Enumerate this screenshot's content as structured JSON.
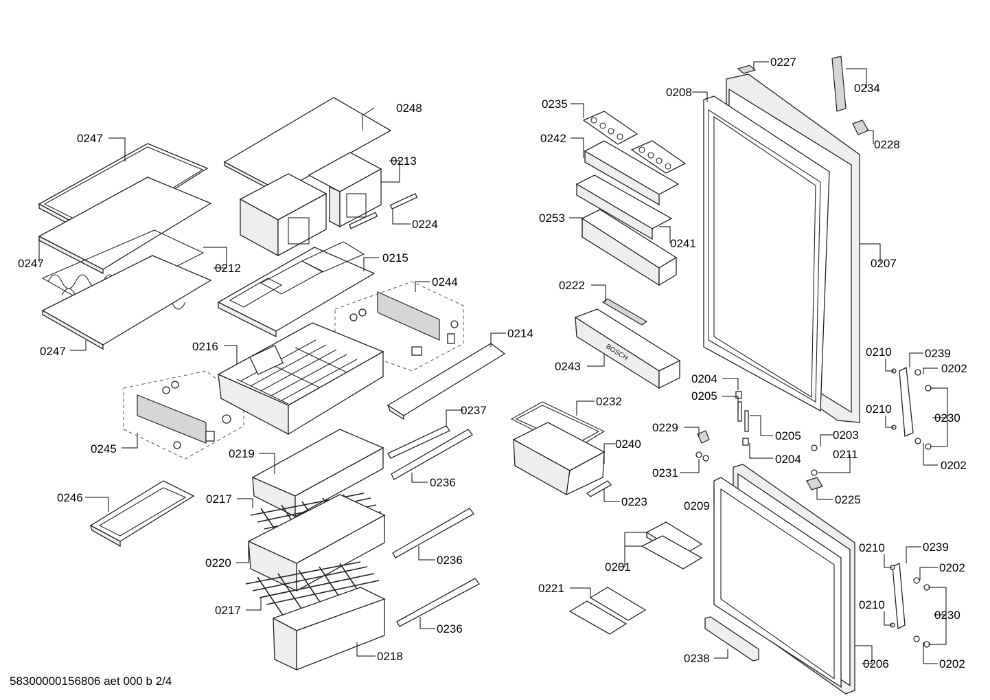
{
  "footer": "58300000156806 aet 000 b 2/4",
  "brand_on_part": "BOSCH",
  "labels": {
    "p0227": "0227",
    "p0234": "0234",
    "p0208": "0208",
    "p0228": "0228",
    "p0248": "0248",
    "p0235": "0235",
    "p0247a": "0247",
    "p0242": "0242",
    "p0213": "0213",
    "p0224": "0224",
    "p0253": "0253",
    "p0241": "0241",
    "p0247b": "0247",
    "p0212": "0212",
    "p0207": "0207",
    "p0215": "0215",
    "p0244": "0244",
    "p0222": "0222",
    "p0247c": "0247",
    "p0216": "0216",
    "p0214": "0214",
    "p0243": "0243",
    "p0210a": "0210",
    "p0239a": "0239",
    "p0202a": "0202",
    "p0204a": "0204",
    "p0205a": "0205",
    "p0232": "0232",
    "p0237": "0237",
    "p0230a": "0230",
    "p0210b": "0210",
    "p0229": "0229",
    "p0205b": "0205",
    "p0203": "0203",
    "p0245": "0245",
    "p0219": "0219",
    "p0240": "0240",
    "p0211": "0211",
    "p0204b": "0204",
    "p0202b": "0202",
    "p0231": "0231",
    "p0236a": "0236",
    "p0246": "0246",
    "p0217a": "0217",
    "p0223": "0223",
    "p0225": "0225",
    "p0209": "0209",
    "p0210c": "0210",
    "p0239b": "0239",
    "p0202c": "0202",
    "p0201": "0201",
    "p0220": "0220",
    "p0236b": "0236",
    "p0230b": "0230",
    "p0221": "0221",
    "p0217b": "0217",
    "p0210d": "0210",
    "p0236c": "0236",
    "p0218": "0218",
    "p0238": "0238",
    "p0206": "0206",
    "p0202d": "0202"
  }
}
